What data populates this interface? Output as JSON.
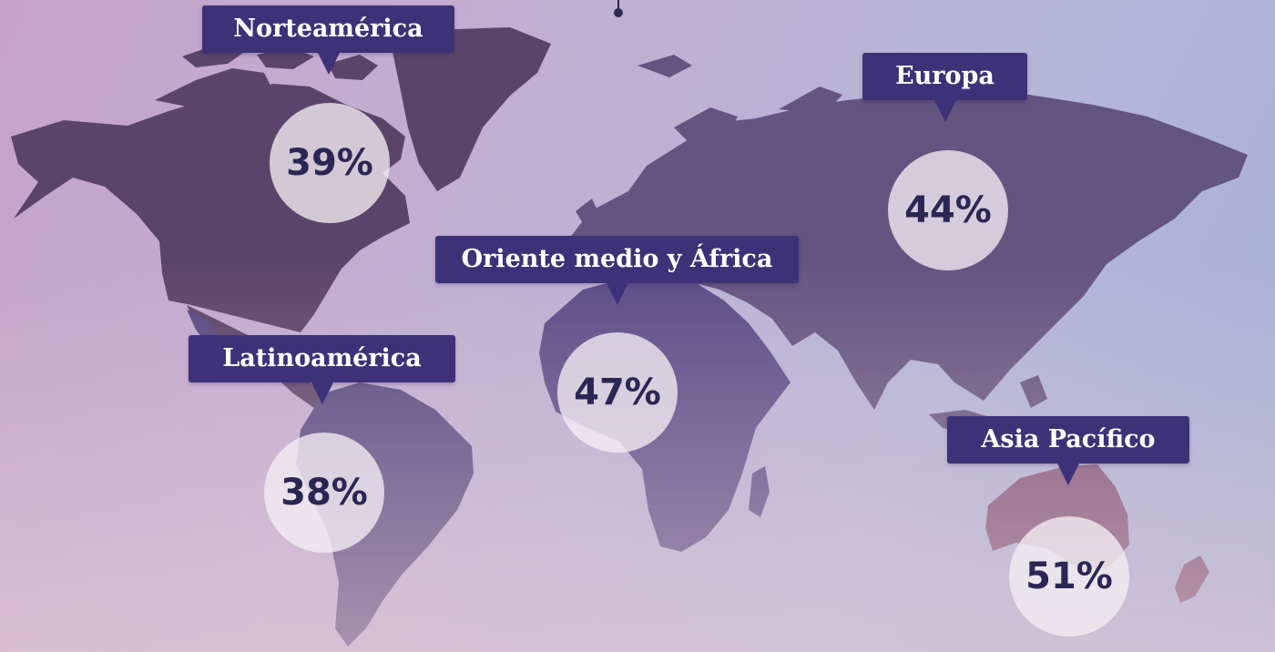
{
  "regions": [
    {
      "id": "north-america",
      "label": "Norteamérica",
      "value": "39%"
    },
    {
      "id": "latin-america",
      "label": "Latinoamérica",
      "value": "38%"
    },
    {
      "id": "middle-east-africa",
      "label": "Oriente medio y África",
      "value": "47%"
    },
    {
      "id": "europe",
      "label": "Europa",
      "value": "44%"
    },
    {
      "id": "asia-pacific",
      "label": "Asia Pacífico",
      "value": "51%"
    }
  ],
  "colors": {
    "label_bg": "#3d3277",
    "label_text": "#ffffff",
    "value_text": "#2b2654",
    "bubble_bg": "#f4eef4",
    "north_america_land": "#5b4469",
    "latin_america_land": "#544980",
    "africa_land": "#5a4d87",
    "eurasia_land": "#645480",
    "australia_land": "#7d5479"
  }
}
